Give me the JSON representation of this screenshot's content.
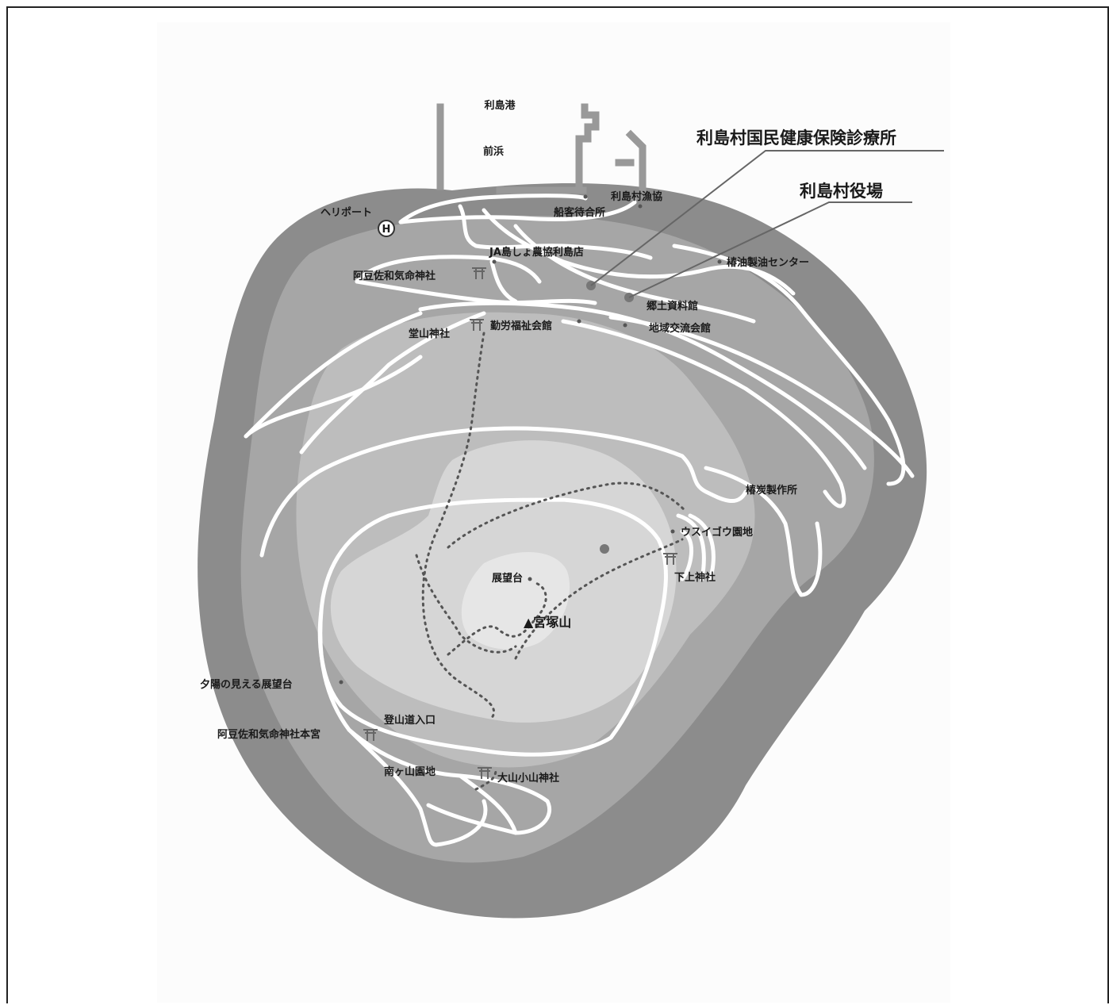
{
  "map": {
    "colors": {
      "background": "#fcfcfc",
      "sea_ring": "#8c8c8c",
      "lowland": "#a6a6a6",
      "midland": "#bdbdbd",
      "highland": "#d6d6d6",
      "summit": "#e6e6e6",
      "roads": "#ffffff",
      "trail": "#555555",
      "text": "#1a1a1a"
    },
    "labels": {
      "port": "利島港",
      "maehama": "前浜",
      "clinic": "利島村国民健康保険診療所",
      "village_office": "利島村役場",
      "fishery_coop": "利島村漁協",
      "ferry_waiting": "船客待合所",
      "heliport": "ヘリポート",
      "heliport_symbol": "H",
      "ja_store": "JA島しょ農協利島店",
      "camellia_oil": "椿油製油センター",
      "azusawake_shrine": "阿豆佐和気命神社",
      "folk_museum": "郷土資料館",
      "tozan_shrine": "堂山神社",
      "welfare_hall": "勤労福祉会館",
      "community_hall": "地域交流会館",
      "charcoal": "椿炭製作所",
      "usuigou": "ウスイゴウ園地",
      "shimokami_shrine": "下上神社",
      "observation_deck": "展望台",
      "mt_miyatsuka": "▲宮塚山",
      "sunset_deck": "夕陽の見える展望台",
      "trailhead": "登山道入口",
      "azusawake_honmiya": "阿豆佐和気命神社本宮",
      "minamigayama": "南ヶ山園地",
      "oyama_koyama_shrine": "大山小山神社"
    }
  }
}
